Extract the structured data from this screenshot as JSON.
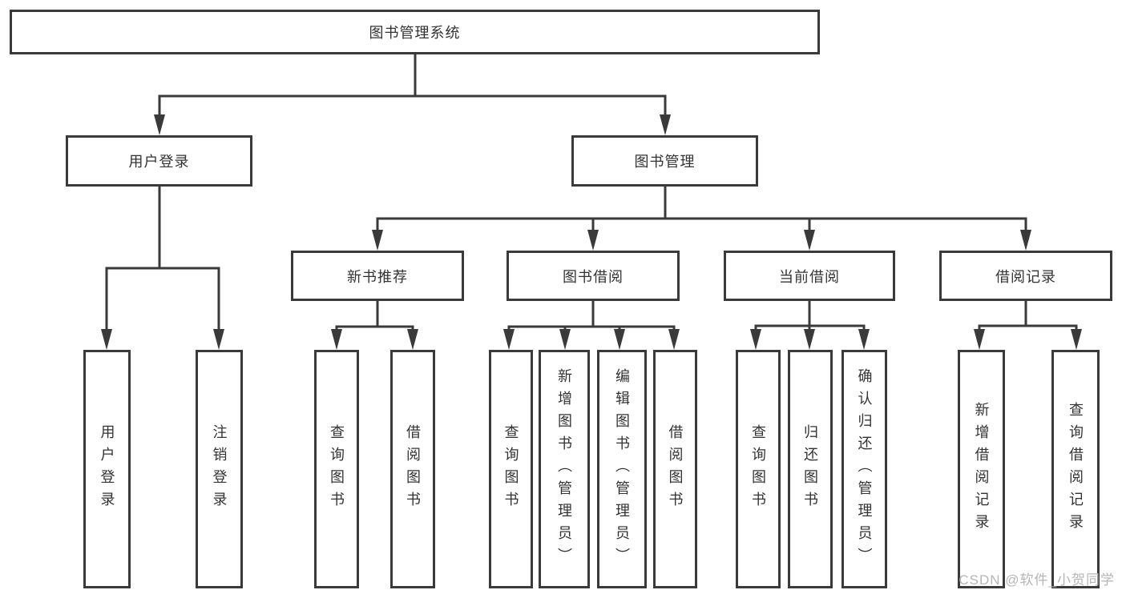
{
  "colors": {
    "line": "#3a3a3a",
    "border": "#3a3a3a",
    "text": "#333333",
    "bg": "#ffffff",
    "watermark": "#b5b5b5"
  },
  "watermark": {
    "text": "CSDN @软件_小贺同学"
  },
  "tree": {
    "root": "图书管理系统",
    "level2": [
      {
        "label": "用户登录",
        "children": [
          "用户登录",
          "注销登录"
        ]
      },
      {
        "label": "图书管理",
        "sections": [
          {
            "label": "新书推荐",
            "children": [
              "查询图书",
              "借阅图书"
            ]
          },
          {
            "label": "图书借阅",
            "children": [
              "查询图书",
              "新增图书（管理员）",
              "编辑图书（管理员）",
              "借阅图书"
            ]
          },
          {
            "label": "当前借阅",
            "children": [
              "查询图书",
              "归还图书",
              "确认归还（管理员）"
            ]
          },
          {
            "label": "借阅记录",
            "children": [
              "新增借阅记录",
              "查询借阅记录"
            ]
          }
        ]
      }
    ]
  }
}
